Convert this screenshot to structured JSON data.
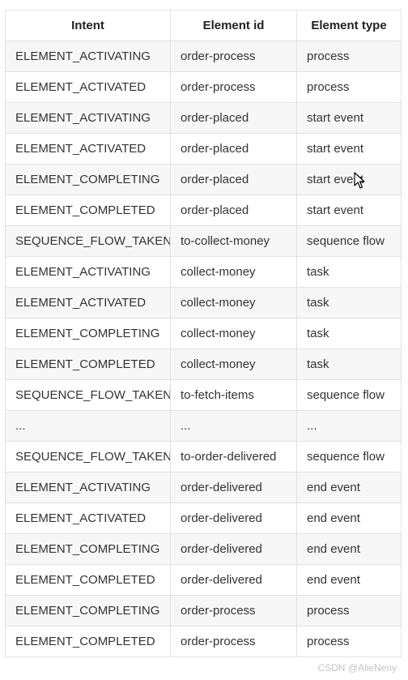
{
  "table": {
    "headers": [
      "Intent",
      "Element id",
      "Element type"
    ],
    "rows": [
      [
        "ELEMENT_ACTIVATING",
        "order-process",
        "process"
      ],
      [
        "ELEMENT_ACTIVATED",
        "order-process",
        "process"
      ],
      [
        "ELEMENT_ACTIVATING",
        "order-placed",
        "start event"
      ],
      [
        "ELEMENT_ACTIVATED",
        "order-placed",
        "start event"
      ],
      [
        "ELEMENT_COMPLETING",
        "order-placed",
        "start event"
      ],
      [
        "ELEMENT_COMPLETED",
        "order-placed",
        "start event"
      ],
      [
        "SEQUENCE_FLOW_TAKEN",
        "to-collect-money",
        "sequence flow"
      ],
      [
        "ELEMENT_ACTIVATING",
        "collect-money",
        "task"
      ],
      [
        "ELEMENT_ACTIVATED",
        "collect-money",
        "task"
      ],
      [
        "ELEMENT_COMPLETING",
        "collect-money",
        "task"
      ],
      [
        "ELEMENT_COMPLETED",
        "collect-money",
        "task"
      ],
      [
        "SEQUENCE_FLOW_TAKEN",
        "to-fetch-items",
        "sequence flow"
      ],
      [
        "...",
        "...",
        "..."
      ],
      [
        "SEQUENCE_FLOW_TAKEN",
        "to-order-delivered",
        "sequence flow"
      ],
      [
        "ELEMENT_ACTIVATING",
        "order-delivered",
        "end event"
      ],
      [
        "ELEMENT_ACTIVATED",
        "order-delivered",
        "end event"
      ],
      [
        "ELEMENT_COMPLETING",
        "order-delivered",
        "end event"
      ],
      [
        "ELEMENT_COMPLETED",
        "order-delivered",
        "end event"
      ],
      [
        "ELEMENT_COMPLETING",
        "order-process",
        "process"
      ],
      [
        "ELEMENT_COMPLETED",
        "order-process",
        "process"
      ]
    ]
  },
  "watermark": "CSDN @AlieNeny",
  "icons": {
    "cursor": "mouse-pointer-icon"
  }
}
